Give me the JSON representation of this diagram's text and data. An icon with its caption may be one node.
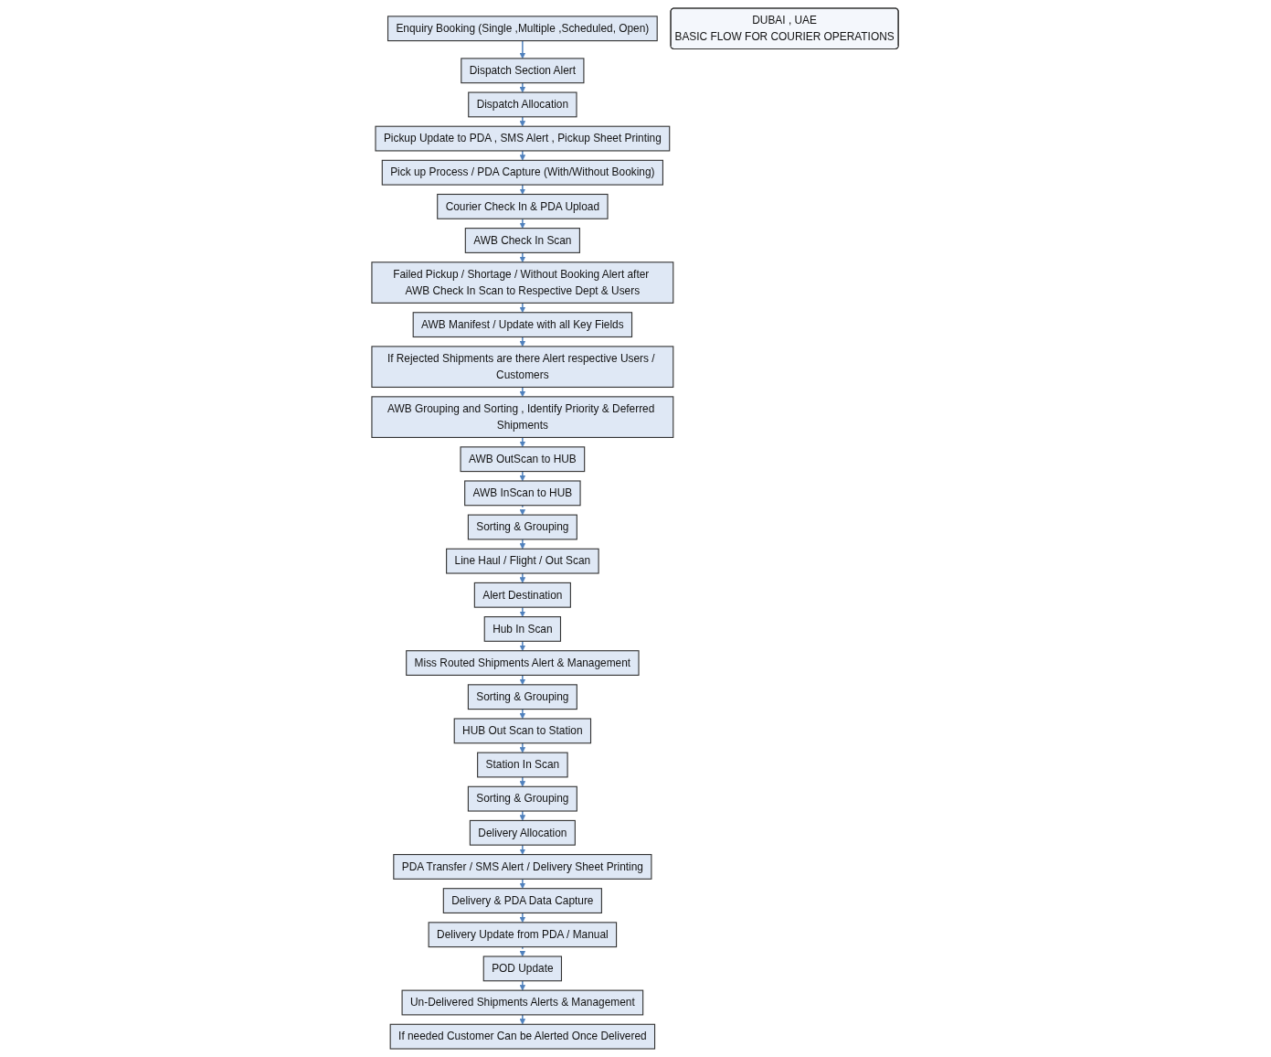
{
  "diagram": {
    "nodes": [
      {
        "text": [
          "Enquiry Booking (Single ,Multiple ,Scheduled, Open)"
        ]
      },
      {
        "text": [
          "Dispatch Section Alert"
        ]
      },
      {
        "text": [
          "Dispatch Allocation"
        ]
      },
      {
        "text": [
          "Pickup Update to PDA , SMS Alert , Pickup Sheet Printing"
        ]
      },
      {
        "text": [
          "Pick up Process / PDA Capture (With/Without Booking)"
        ]
      },
      {
        "text": [
          "Courier Check In & PDA Upload"
        ]
      },
      {
        "text": [
          "AWB Check In Scan"
        ]
      },
      {
        "text": [
          "Failed Pickup / Shortage / Without Booking Alert after AWB Check In Scan to Respective Dept & Users"
        ]
      },
      {
        "text": [
          "AWB Manifest / Update with all Key Fields"
        ]
      },
      {
        "text": [
          "If Rejected Shipments are there Alert respective Users / Customers"
        ]
      },
      {
        "text": [
          "AWB Grouping and Sorting , Identify Priority & Deferred Shipments"
        ]
      },
      {
        "text": [
          "AWB OutScan to HUB"
        ]
      },
      {
        "text": [
          "AWB InScan to HUB"
        ]
      },
      {
        "text": [
          "Sorting & Grouping"
        ]
      },
      {
        "text": [
          "Line Haul / Flight / Out Scan"
        ]
      },
      {
        "text": [
          "Alert Destination"
        ]
      },
      {
        "text": [
          "Hub In Scan"
        ]
      },
      {
        "text": [
          "Miss Routed Shipments Alert & Management"
        ]
      },
      {
        "text": [
          "Sorting & Grouping"
        ]
      },
      {
        "text": [
          "HUB Out Scan to Station"
        ]
      },
      {
        "text": [
          "Station In Scan"
        ]
      },
      {
        "text": [
          "Sorting & Grouping"
        ]
      },
      {
        "text": [
          "Delivery Allocation"
        ]
      },
      {
        "text": [
          "PDA Transfer / SMS Alert / Delivery Sheet Printing"
        ]
      },
      {
        "text": [
          "Delivery & PDA Data Capture"
        ]
      },
      {
        "text": [
          "Delivery Update from PDA / Manual"
        ]
      },
      {
        "text": [
          "POD Update"
        ]
      },
      {
        "text": [
          "Un-Delivered Shipments Alerts & Management"
        ]
      },
      {
        "text": [
          "If needed Customer Can be Alerted Once Delivered"
        ]
      },
      {
        "text": [
          "DUBAI , UAE",
          "BASIC FLOW FOR COURIER OPERATIONS"
        ]
      }
    ],
    "edges": [
      {
        "from": 0,
        "to": 1,
        "arrow": "to"
      },
      {
        "from": 1,
        "to": 2,
        "arrow": "to"
      },
      {
        "from": 2,
        "to": 3,
        "arrow": "to"
      },
      {
        "from": 3,
        "to": 4,
        "arrow": "to"
      },
      {
        "from": 4,
        "to": 5,
        "arrow": "to"
      },
      {
        "from": 5,
        "to": 6,
        "arrow": "to"
      },
      {
        "from": 6,
        "to": 7,
        "arrow": "to"
      },
      {
        "from": 7,
        "to": 8,
        "arrow": "to"
      },
      {
        "from": 8,
        "to": 9,
        "arrow": "to"
      },
      {
        "from": 9,
        "to": 10,
        "arrow": "to"
      },
      {
        "from": 10,
        "to": 11,
        "arrow": "to"
      },
      {
        "from": 11,
        "to": 12,
        "arrow": "to"
      },
      {
        "from": 12,
        "to": 13,
        "arrow": "to",
        "style": "dashed"
      },
      {
        "from": 13,
        "to": 14,
        "arrow": "to"
      },
      {
        "from": 14,
        "to": 15,
        "arrow": "to"
      },
      {
        "from": 15,
        "to": 16,
        "arrow": "to"
      },
      {
        "from": 16,
        "to": 17,
        "arrow": "to"
      },
      {
        "from": 17,
        "to": 18,
        "arrow": "to"
      },
      {
        "from": 18,
        "to": 19,
        "arrow": "to"
      },
      {
        "from": 19,
        "to": 20,
        "arrow": "to"
      },
      {
        "from": 20,
        "to": 21,
        "arrow": "to"
      },
      {
        "from": 21,
        "to": 22,
        "arrow": "to"
      },
      {
        "from": 22,
        "to": 23,
        "arrow": "to"
      },
      {
        "from": 23,
        "to": 24,
        "arrow": "to"
      },
      {
        "from": 24,
        "to": 25,
        "arrow": "to"
      },
      {
        "from": 25,
        "to": 26,
        "arrow": "to",
        "style": "dashed"
      },
      {
        "from": 26,
        "to": 27,
        "arrow": "to"
      },
      {
        "from": 27,
        "to": 28,
        "arrow": "to"
      }
    ]
  }
}
